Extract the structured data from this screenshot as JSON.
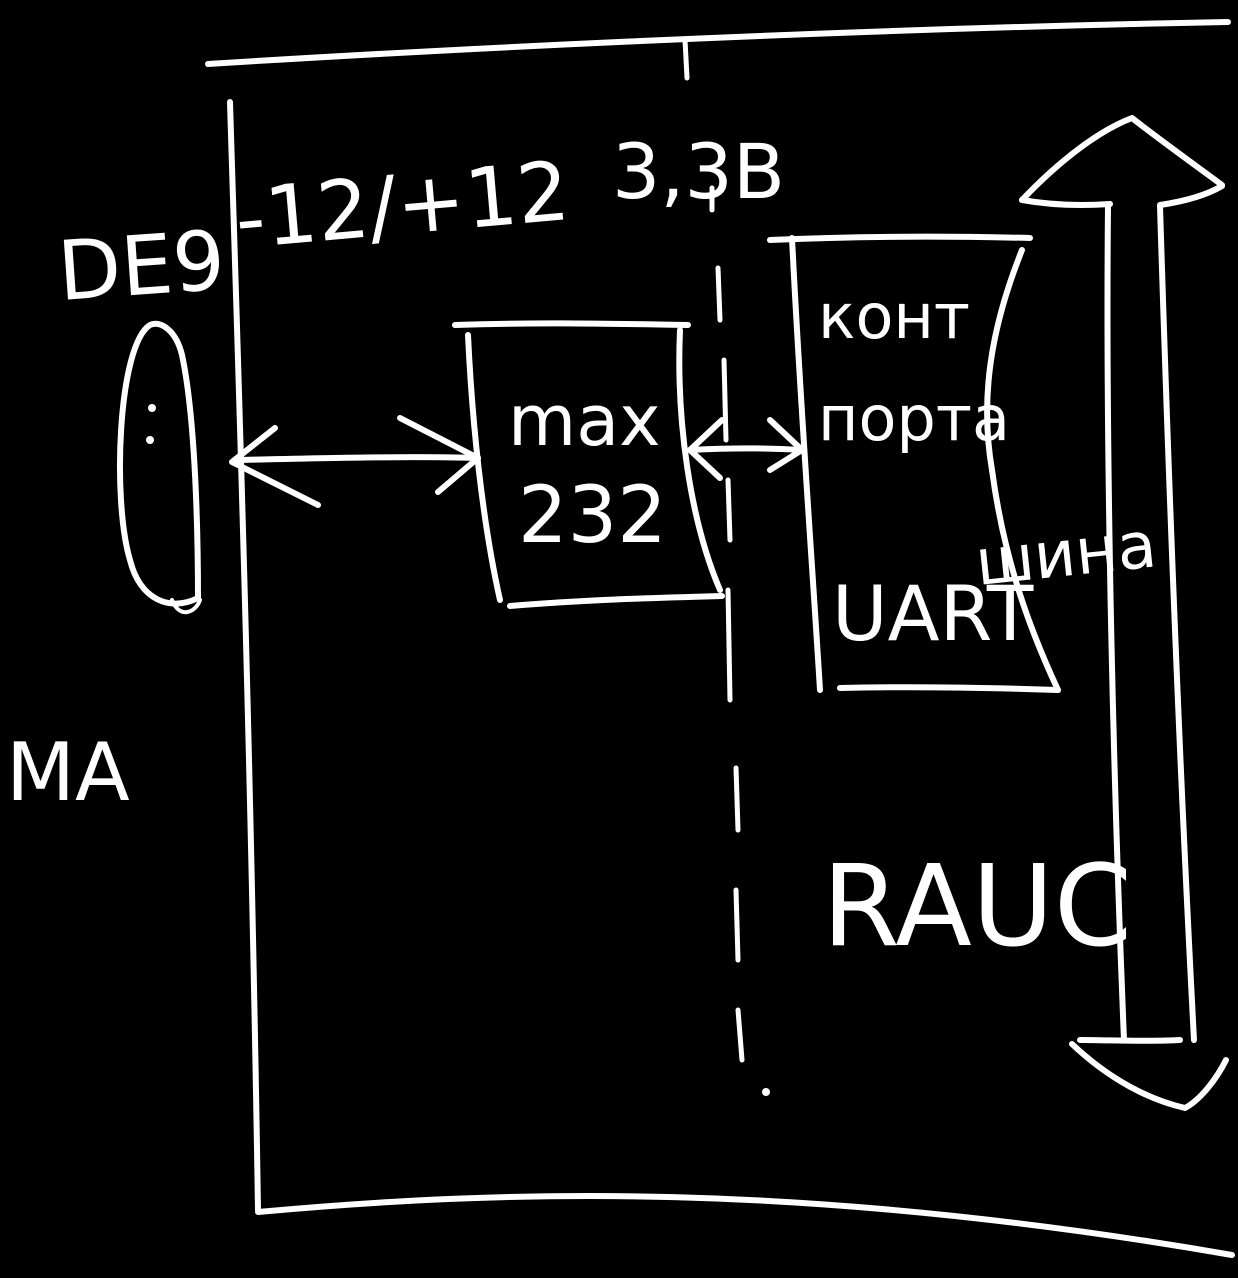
{
  "colors": {
    "background": "#000000",
    "chalk": "#ffffff"
  },
  "labels": {
    "connector": "DE9",
    "voltage_rs232": "-12/+12",
    "voltage_logic": "3,3В",
    "chip_line1": "max",
    "chip_line2": "232",
    "controller_line1": "конт",
    "controller_line2": "порта",
    "controller_line3": "UART",
    "bus": "шина",
    "mcu": "RAUC",
    "left_note": "MA"
  }
}
